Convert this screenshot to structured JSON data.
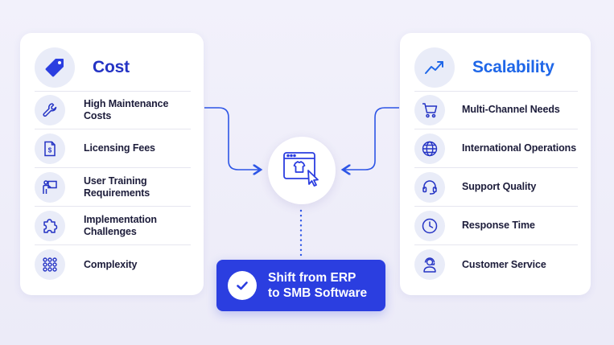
{
  "left_card": {
    "title": "Cost",
    "icon": "price-tag-icon",
    "items": [
      {
        "label": "High Maintenance Costs",
        "icon": "wrench-icon"
      },
      {
        "label": "Licensing Fees",
        "icon": "document-dollar-icon"
      },
      {
        "label": "User Training Requirements",
        "icon": "presentation-icon"
      },
      {
        "label": "Implementation Challenges",
        "icon": "puzzle-icon"
      },
      {
        "label": "Complexity",
        "icon": "grid-dots-icon"
      }
    ]
  },
  "right_card": {
    "title": "Scalability",
    "icon": "trend-up-icon",
    "items": [
      {
        "label": "Multi-Channel Needs",
        "icon": "shopping-cart-icon"
      },
      {
        "label": "International Operations",
        "icon": "globe-icon"
      },
      {
        "label": "Support Quality",
        "icon": "headset-icon"
      },
      {
        "label": "Response Time",
        "icon": "clock-icon"
      },
      {
        "label": "Customer Service",
        "icon": "support-agent-icon"
      }
    ]
  },
  "center": {
    "icon": "ecommerce-browser-icon"
  },
  "result": {
    "line1": "Shift from ERP",
    "line2": "to SMB Software",
    "icon": "check-icon"
  },
  "colors": {
    "accent_blue": "#2b3ee0",
    "cost_title": "#2433c4",
    "scalability_title": "#1f67e8",
    "icon_bg": "#e9ecf8",
    "connector": "#2d55e6"
  }
}
